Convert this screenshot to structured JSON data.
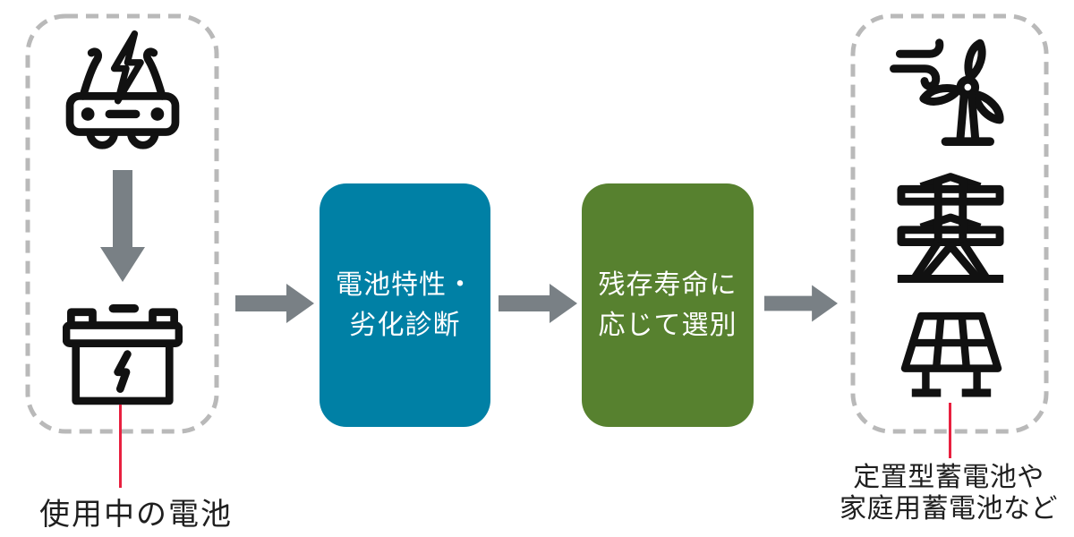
{
  "flow": {
    "source": {
      "caption": "使用中の電池",
      "icons": [
        "ev-car-icon",
        "down-arrow-icon",
        "car-battery-icon"
      ]
    },
    "steps": [
      {
        "id": "diagnosis",
        "lines": [
          "電池特性・",
          "劣化診断"
        ],
        "color": "#0080a5"
      },
      {
        "id": "sorting",
        "lines": [
          "残存寿命に",
          "応じて選別"
        ],
        "color": "#57812f"
      }
    ],
    "destination": {
      "caption_lines": [
        "定置型蓄電池や",
        "家庭用蓄電池など"
      ],
      "icons": [
        "wind-turbine-icon",
        "transmission-tower-icon",
        "solar-panel-icon"
      ]
    }
  },
  "colors": {
    "step_teal": "#0080a5",
    "step_green": "#57812f",
    "arrow_gray": "#798085",
    "dashed_border": "#b9b9b9",
    "callout_red": "#e8203f",
    "icon_black": "#111111",
    "caption_text": "#1f1f1f",
    "background": "#ffffff"
  }
}
